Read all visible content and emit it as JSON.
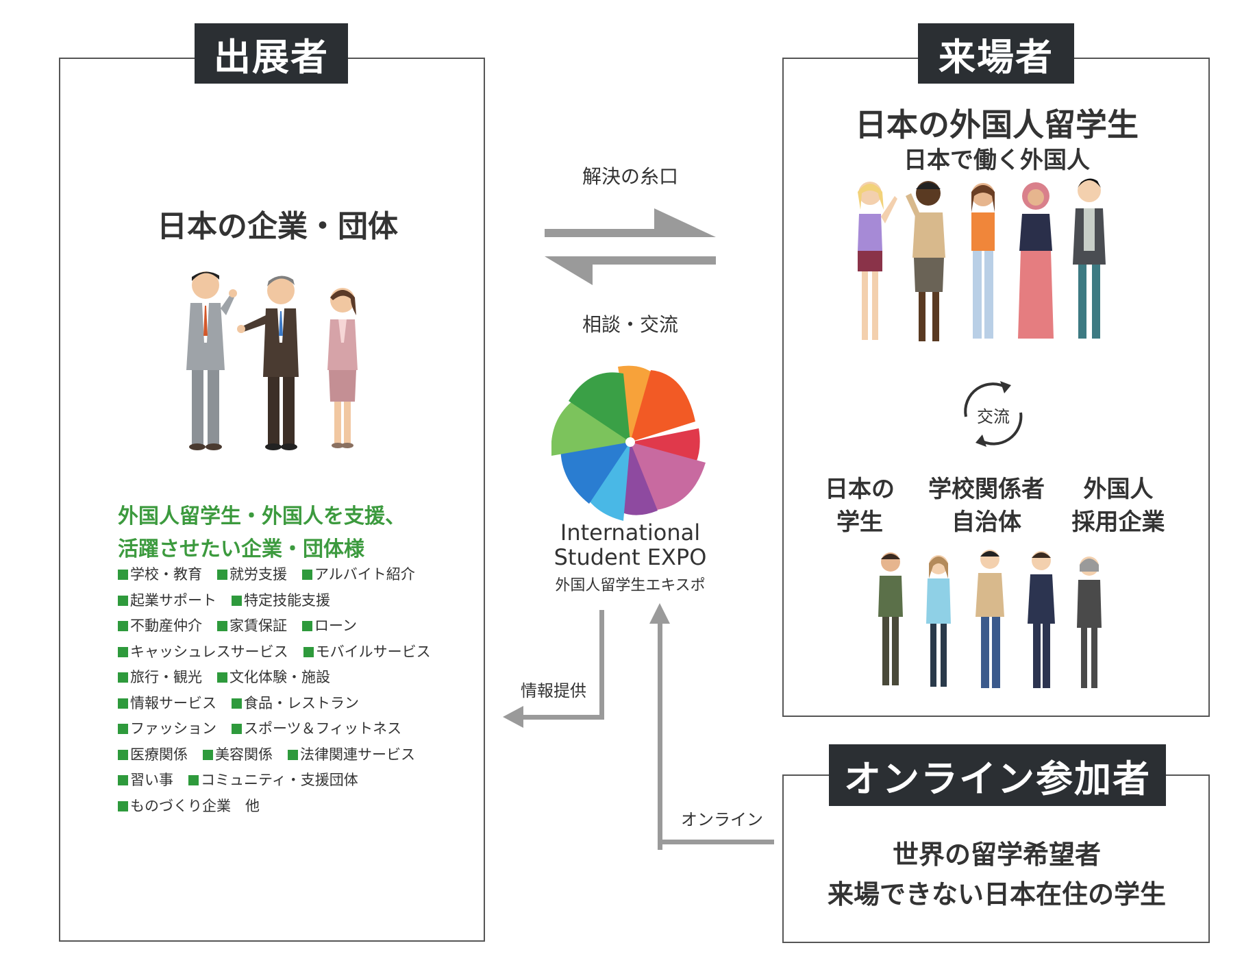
{
  "exhibitors": {
    "tag": "出展者",
    "title": "日本の企業・団体",
    "subtitle_line1": "外国人留学生・外国人を支援、",
    "subtitle_line2": "活躍させたい企業・団体様",
    "categories": [
      [
        "学校・教育",
        "就労支援",
        "アルバイト紹介"
      ],
      [
        "起業サポート",
        "特定技能支援"
      ],
      [
        "不動産仲介",
        "家賃保証",
        "ローン"
      ],
      [
        "キャッシュレスサービス",
        "モバイルサービス"
      ],
      [
        "旅行・観光",
        "文化体験・施設"
      ],
      [
        "情報サービス",
        "食品・レストラン"
      ],
      [
        "ファッション",
        "スポーツ＆フィットネス"
      ],
      [
        "医療関係",
        "美容関係",
        "法律関連サービス"
      ],
      [
        "習い事",
        "コミュニティ・支援団体"
      ],
      [
        "ものづくり企業　他"
      ]
    ]
  },
  "center": {
    "arrow_top_label": "解決の糸口",
    "arrow_bottom_label": "相談・交流",
    "logo_line1": "International",
    "logo_line2": "Student EXPO",
    "logo_line3": "外国人留学生エキスポ",
    "info_label": "情報提供",
    "online_label": "オンライン"
  },
  "visitors": {
    "tag": "来場者",
    "title": "日本の外国人留学生",
    "subtitle": "日本で働く外国人",
    "exchange_label": "交流",
    "groups": [
      {
        "line1": "日本の",
        "line2": "学生"
      },
      {
        "line1": "学校関係者",
        "line2": "自治体"
      },
      {
        "line1": "外国人",
        "line2": "採用企業"
      }
    ]
  },
  "online": {
    "tag": "オンライン参加者",
    "line1": "世界の留学希望者",
    "line2": "来場できない日本在住の学生"
  },
  "colors": {
    "tag_bg": "#2b2f33",
    "accent_green": "#3c9a3e",
    "arrow_gray": "#9a9a9a",
    "border": "#555555"
  }
}
